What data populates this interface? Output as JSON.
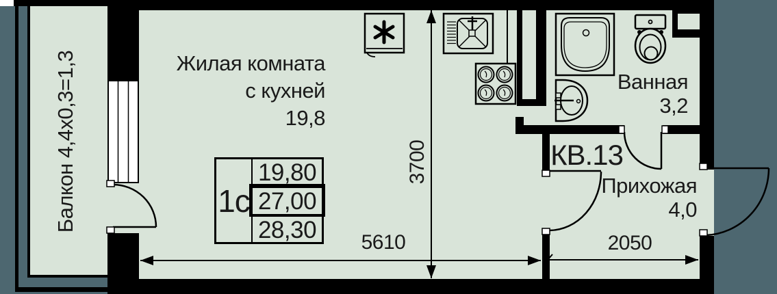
{
  "rooms": {
    "living": {
      "name_line1": "Жилая комната",
      "name_line2": "с кухней",
      "area": "19,8"
    },
    "balcony": {
      "label": "Балкон 4,4х0,3=1,3"
    },
    "bathroom": {
      "name": "Ванная",
      "area": "3,2"
    },
    "hallway": {
      "name": "Прихожая",
      "area": "4,0"
    }
  },
  "apartment_label": "КВ.13",
  "info_table": {
    "unit_type": "1с",
    "living_area": "19,80",
    "apartment_area": "27,00",
    "total_area": "28,30"
  },
  "dimensions": {
    "main_width_mm": "5610",
    "main_depth_mm": "3700",
    "hallway_width_mm": "2050"
  },
  "colors": {
    "floor_fill": "#d9e4d9",
    "exterior_fill": "#4d6770",
    "line": "#000000"
  },
  "icons": [
    "fridge-icon",
    "kitchen-sink-icon",
    "stove-icon",
    "bathtub-icon",
    "toilet-icon",
    "washbasin-icon"
  ]
}
